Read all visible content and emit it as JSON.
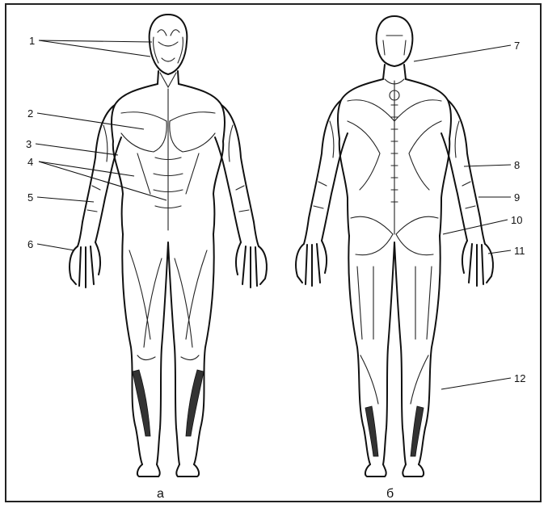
{
  "labels": {
    "front": [
      "1",
      "2",
      "3",
      "4",
      "5",
      "6"
    ],
    "back": [
      "7",
      "8",
      "9",
      "10",
      "11",
      "12"
    ]
  },
  "captions": {
    "front": "а",
    "back": "б"
  },
  "colors": {
    "ink": "#111111",
    "background": "#ffffff"
  }
}
